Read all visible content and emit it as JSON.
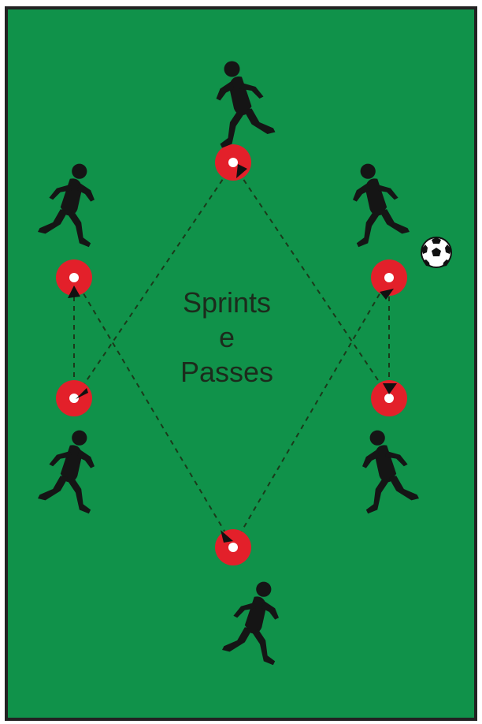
{
  "diagram": {
    "title_lines": [
      "Sprints",
      "e",
      "Passes"
    ],
    "colors": {
      "field": "#10924a",
      "border": "#222222",
      "cone": "#e3202a",
      "cone_center": "#ffffff",
      "player": "#151515",
      "path": "#1a3a1a"
    },
    "elements": {
      "players": 6,
      "cones": 6,
      "ball": 1
    }
  }
}
